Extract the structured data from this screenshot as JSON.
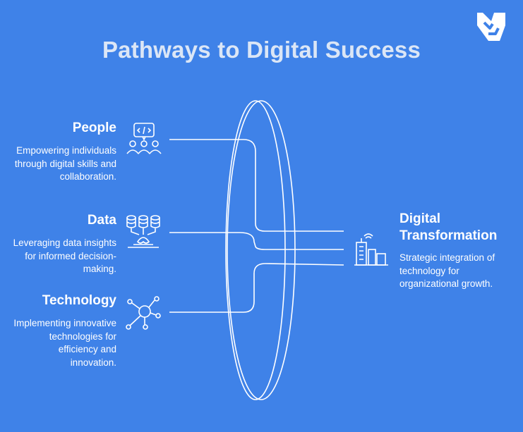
{
  "title": "Pathways to Digital Success",
  "inputs": [
    {
      "label": "People",
      "description": "Empowering individuals through digital skills and collaboration.",
      "icon": "people-code-icon"
    },
    {
      "label": "Data",
      "description": "Leveraging data insights for informed decision-making.",
      "icon": "database-icon"
    },
    {
      "label": "Technology",
      "description": "Implementing innovative technologies for efficiency and innovation.",
      "icon": "network-hub-icon"
    }
  ],
  "output": {
    "label": "Digital Transformation",
    "description": "Strategic integration of technology for organizational growth.",
    "icon": "building-signal-icon"
  },
  "colors": {
    "background": "#3f82e8",
    "title": "#dbe6f6",
    "line": "#ffffff"
  }
}
